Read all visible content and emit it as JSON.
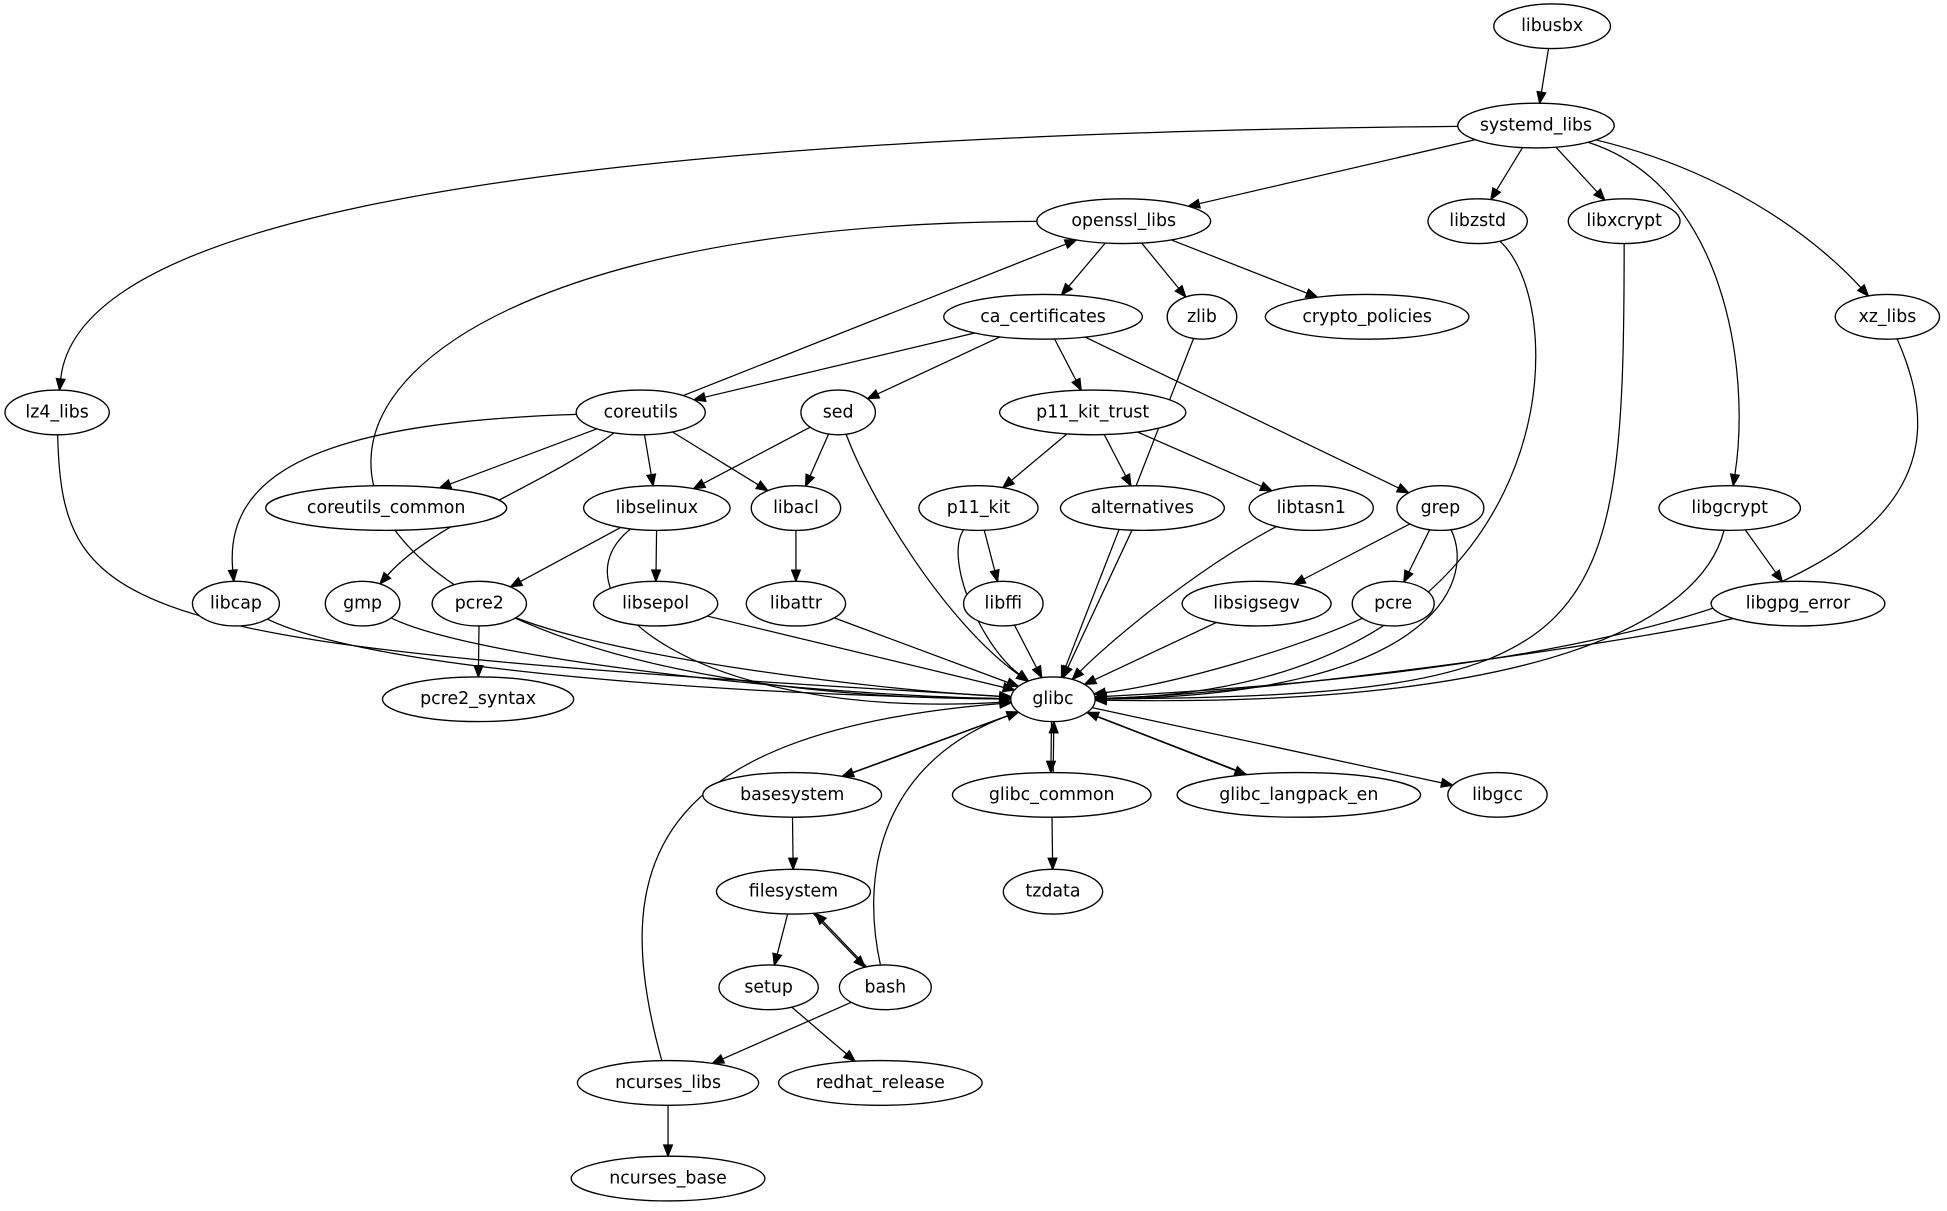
{
  "title": "package dependency graph",
  "nodes": [
    {
      "id": "libusbx",
      "label": "libusbx"
    },
    {
      "id": "systemd_libs",
      "label": "systemd_libs"
    },
    {
      "id": "openssl_libs",
      "label": "openssl_libs"
    },
    {
      "id": "libzstd",
      "label": "libzstd"
    },
    {
      "id": "libxcrypt",
      "label": "libxcrypt"
    },
    {
      "id": "xz_libs",
      "label": "xz_libs"
    },
    {
      "id": "ca_certificates",
      "label": "ca_certificates"
    },
    {
      "id": "zlib",
      "label": "zlib"
    },
    {
      "id": "crypto_policies",
      "label": "crypto_policies"
    },
    {
      "id": "lz4_libs",
      "label": "lz4_libs"
    },
    {
      "id": "coreutils",
      "label": "coreutils"
    },
    {
      "id": "sed",
      "label": "sed"
    },
    {
      "id": "p11_kit_trust",
      "label": "p11_kit_trust"
    },
    {
      "id": "coreutils_common",
      "label": "coreutils_common"
    },
    {
      "id": "libselinux",
      "label": "libselinux"
    },
    {
      "id": "libacl",
      "label": "libacl"
    },
    {
      "id": "p11_kit",
      "label": "p11_kit"
    },
    {
      "id": "alternatives",
      "label": "alternatives"
    },
    {
      "id": "libtasn1",
      "label": "libtasn1"
    },
    {
      "id": "grep",
      "label": "grep"
    },
    {
      "id": "libgcrypt",
      "label": "libgcrypt"
    },
    {
      "id": "libcap",
      "label": "libcap"
    },
    {
      "id": "gmp",
      "label": "gmp"
    },
    {
      "id": "pcre2",
      "label": "pcre2"
    },
    {
      "id": "libsepol",
      "label": "libsepol"
    },
    {
      "id": "libattr",
      "label": "libattr"
    },
    {
      "id": "libffi",
      "label": "libffi"
    },
    {
      "id": "libsigsegv",
      "label": "libsigsegv"
    },
    {
      "id": "pcre",
      "label": "pcre"
    },
    {
      "id": "libgpg_error",
      "label": "libgpg_error"
    },
    {
      "id": "glibc",
      "label": "glibc"
    },
    {
      "id": "pcre2_syntax",
      "label": "pcre2_syntax"
    },
    {
      "id": "basesystem",
      "label": "basesystem"
    },
    {
      "id": "glibc_common",
      "label": "glibc_common"
    },
    {
      "id": "glibc_langpack_en",
      "label": "glibc_langpack_en"
    },
    {
      "id": "libgcc",
      "label": "libgcc"
    },
    {
      "id": "filesystem",
      "label": "filesystem"
    },
    {
      "id": "tzdata",
      "label": "tzdata"
    },
    {
      "id": "setup",
      "label": "setup"
    },
    {
      "id": "bash",
      "label": "bash"
    },
    {
      "id": "ncurses_libs",
      "label": "ncurses_libs"
    },
    {
      "id": "redhat_release",
      "label": "redhat_release"
    },
    {
      "id": "ncurses_base",
      "label": "ncurses_base"
    }
  ],
  "edges": [
    [
      "libusbx",
      "systemd_libs"
    ],
    [
      "systemd_libs",
      "lz4_libs"
    ],
    [
      "systemd_libs",
      "openssl_libs"
    ],
    [
      "systemd_libs",
      "libzstd"
    ],
    [
      "systemd_libs",
      "libxcrypt"
    ],
    [
      "systemd_libs",
      "libgcrypt"
    ],
    [
      "systemd_libs",
      "xz_libs"
    ],
    [
      "openssl_libs",
      "glibc"
    ],
    [
      "openssl_libs",
      "ca_certificates"
    ],
    [
      "openssl_libs",
      "zlib"
    ],
    [
      "openssl_libs",
      "crypto_policies"
    ],
    [
      "coreutils",
      "openssl_libs"
    ],
    [
      "ca_certificates",
      "coreutils"
    ],
    [
      "ca_certificates",
      "sed"
    ],
    [
      "ca_certificates",
      "p11_kit_trust"
    ],
    [
      "ca_certificates",
      "grep"
    ],
    [
      "zlib",
      "glibc"
    ],
    [
      "libzstd",
      "glibc"
    ],
    [
      "libxcrypt",
      "glibc"
    ],
    [
      "xz_libs",
      "glibc"
    ],
    [
      "lz4_libs",
      "glibc"
    ],
    [
      "coreutils",
      "libcap"
    ],
    [
      "coreutils",
      "coreutils_common"
    ],
    [
      "coreutils",
      "gmp"
    ],
    [
      "coreutils",
      "libselinux"
    ],
    [
      "coreutils",
      "libacl"
    ],
    [
      "sed",
      "libselinux"
    ],
    [
      "sed",
      "libacl"
    ],
    [
      "sed",
      "glibc"
    ],
    [
      "p11_kit_trust",
      "p11_kit"
    ],
    [
      "p11_kit_trust",
      "alternatives"
    ],
    [
      "p11_kit_trust",
      "libtasn1"
    ],
    [
      "libselinux",
      "pcre2"
    ],
    [
      "libselinux",
      "libsepol"
    ],
    [
      "libselinux",
      "glibc"
    ],
    [
      "libacl",
      "libattr"
    ],
    [
      "p11_kit",
      "libffi"
    ],
    [
      "p11_kit",
      "glibc"
    ],
    [
      "alternatives",
      "glibc"
    ],
    [
      "libtasn1",
      "glibc"
    ],
    [
      "grep",
      "libsigsegv"
    ],
    [
      "grep",
      "pcre"
    ],
    [
      "grep",
      "glibc"
    ],
    [
      "libgcrypt",
      "libgpg_error"
    ],
    [
      "libgcrypt",
      "glibc"
    ],
    [
      "libcap",
      "glibc"
    ],
    [
      "gmp",
      "glibc"
    ],
    [
      "pcre2",
      "glibc"
    ],
    [
      "pcre2",
      "pcre2_syntax"
    ],
    [
      "libsepol",
      "glibc"
    ],
    [
      "libattr",
      "glibc"
    ],
    [
      "libffi",
      "glibc"
    ],
    [
      "libsigsegv",
      "glibc"
    ],
    [
      "pcre",
      "glibc"
    ],
    [
      "libgpg_error",
      "glibc"
    ],
    [
      "glibc",
      "basesystem"
    ],
    [
      "basesystem",
      "glibc"
    ],
    [
      "glibc",
      "glibc_common"
    ],
    [
      "glibc",
      "glibc_langpack_en"
    ],
    [
      "glibc",
      "libgcc"
    ],
    [
      "glibc_common",
      "glibc"
    ],
    [
      "glibc_langpack_en",
      "glibc"
    ],
    [
      "glibc_common",
      "tzdata"
    ],
    [
      "basesystem",
      "filesystem"
    ],
    [
      "filesystem",
      "setup"
    ],
    [
      "filesystem",
      "bash"
    ],
    [
      "bash",
      "filesystem"
    ],
    [
      "bash",
      "glibc"
    ],
    [
      "bash",
      "ncurses_libs"
    ],
    [
      "setup",
      "redhat_release"
    ],
    [
      "ncurses_libs",
      "glibc"
    ],
    [
      "ncurses_libs",
      "ncurses_base"
    ]
  ]
}
